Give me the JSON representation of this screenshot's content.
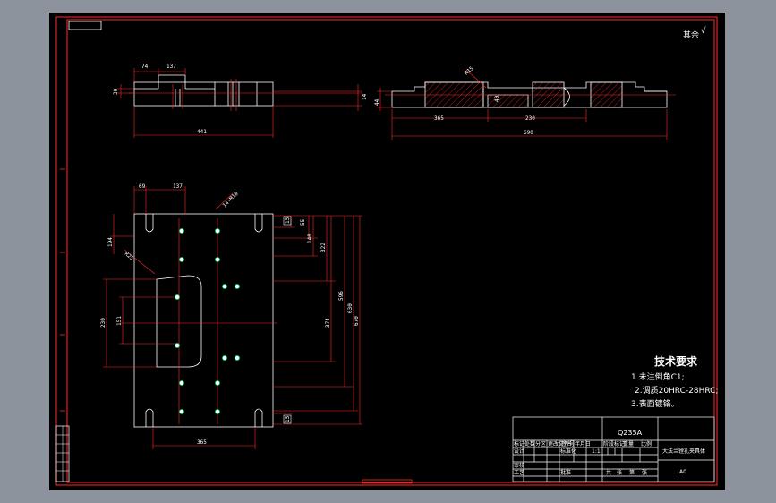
{
  "corner_mark": "其余",
  "roughness_symbol": "√",
  "front_view": {
    "dims": {
      "d74": "74",
      "d137": "137",
      "d30": "30",
      "d441": "441",
      "d14": "14"
    }
  },
  "section_view": {
    "dims": {
      "r15": "R15",
      "d44": "44",
      "d40": "40",
      "d365": "365",
      "d230": "230",
      "d690": "690"
    }
  },
  "top_view": {
    "dims": {
      "d69": "69",
      "d137": "137",
      "hole_note": "14-M10",
      "r25": "R25",
      "d194": "194",
      "d15a": "15",
      "d55": "55",
      "d140": "140",
      "d322": "322",
      "d596": "596",
      "d630": "630",
      "d670": "670",
      "d374": "374",
      "d230": "230",
      "d151": "151",
      "d15b": "15",
      "d365": "365"
    }
  },
  "tech_requirements": {
    "title": "技术要求",
    "items": [
      "1.未注倒角C1;",
      "2.调质20HRC-28HRC;",
      "3.表面镀铬。"
    ]
  },
  "title_block": {
    "material": "Q235A",
    "part_name": "大法兰镗孔夹具体",
    "scale": "1:1",
    "sheet_size": "A0",
    "labels": [
      "标记",
      "处数",
      "分区",
      "更改文件号",
      "签名",
      "年月日",
      "设计",
      "标准化",
      "审核",
      "工艺",
      "批准",
      "阶段标记",
      "重量",
      "比例",
      "共",
      "张",
      "第",
      "张"
    ]
  }
}
